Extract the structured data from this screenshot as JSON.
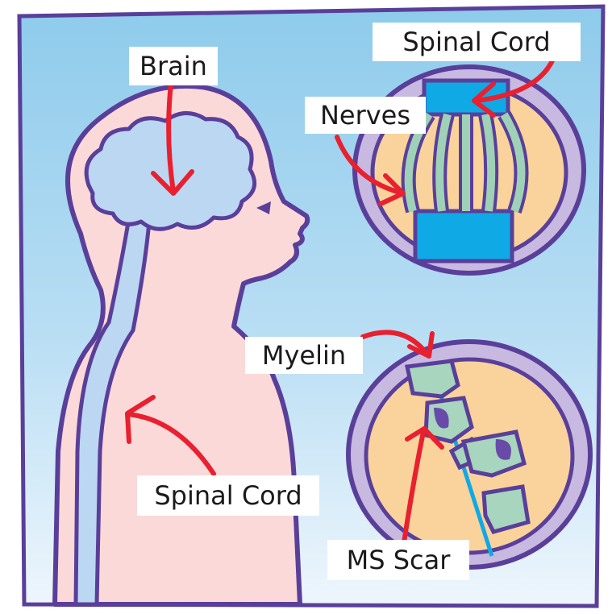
{
  "labels": {
    "brain": "Brain",
    "spinal_cord_top": "Spinal Cord",
    "nerves": "Nerves",
    "myelin": "Myelin",
    "spinal_cord_bottom": "Spinal Cord",
    "ms_scar": "MS Scar"
  },
  "colors": {
    "sky_top": "#8ecbeb",
    "sky_bottom": "#eef6fc",
    "outline": "#5a3f9a",
    "skin": "#fbd9d9",
    "brain": "#bcd7f2",
    "arrow": "#e8202f",
    "inner_bg": "#f9d39b",
    "ring": "#c8b9e0",
    "cord": "#0fa9e6",
    "nerve": "#9fd1b7",
    "myelin": "#a7d5bd",
    "scar": "#6a4aa8"
  }
}
